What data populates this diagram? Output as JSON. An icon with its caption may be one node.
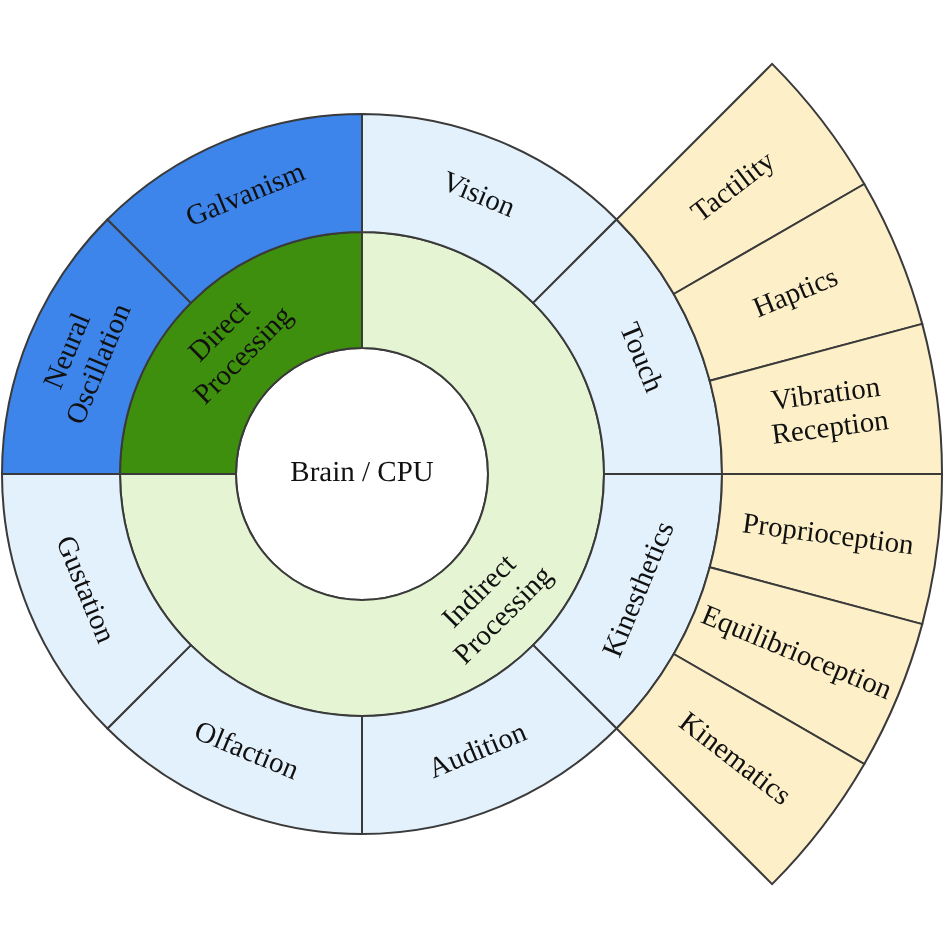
{
  "diagram": {
    "nodes": [
      {
        "text": [
          "Brain / CPU"
        ]
      },
      {
        "text": [
          "Direct Processing"
        ]
      },
      {
        "text": [
          "Indirect Processing"
        ]
      },
      {
        "text": [
          "Neural Oscillation"
        ]
      },
      {
        "text": [
          "Galvanism"
        ]
      },
      {
        "text": [
          "Vision"
        ]
      },
      {
        "text": [
          "Touch"
        ]
      },
      {
        "text": [
          "Kinesthetics"
        ]
      },
      {
        "text": [
          "Audition"
        ]
      },
      {
        "text": [
          "Olfaction"
        ]
      },
      {
        "text": [
          "Gustation"
        ]
      },
      {
        "text": [
          "Tactility"
        ]
      },
      {
        "text": [
          "Haptics"
        ]
      },
      {
        "text": [
          "Vibration Reception"
        ]
      },
      {
        "text": [
          "Proprioception"
        ]
      },
      {
        "text": [
          "Equilibrioception"
        ]
      },
      {
        "text": [
          "Kinematics"
        ]
      }
    ]
  }
}
